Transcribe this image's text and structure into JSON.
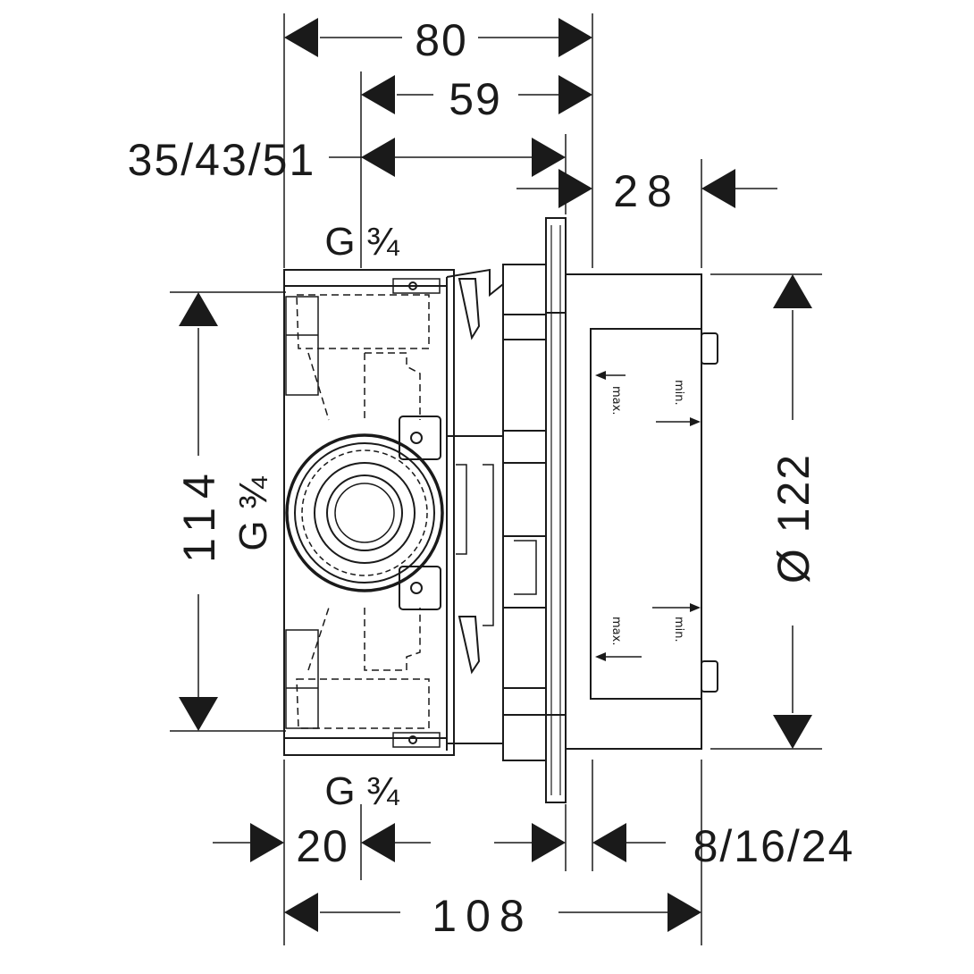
{
  "dimensions": {
    "d80": "80",
    "d59": "59",
    "d35_43_51": "35/43/51",
    "d28": "28",
    "d114": "114",
    "d122": "Ø 122",
    "d20": "20",
    "d8_16_24": "8/16/24",
    "d108": "108"
  },
  "threads": {
    "top": "G ¾",
    "side": "G ¾",
    "bottom": "G ¾"
  },
  "markings": {
    "max_upper": "max.",
    "min_upper": "min.",
    "max_lower": "max.",
    "min_lower": "min."
  }
}
